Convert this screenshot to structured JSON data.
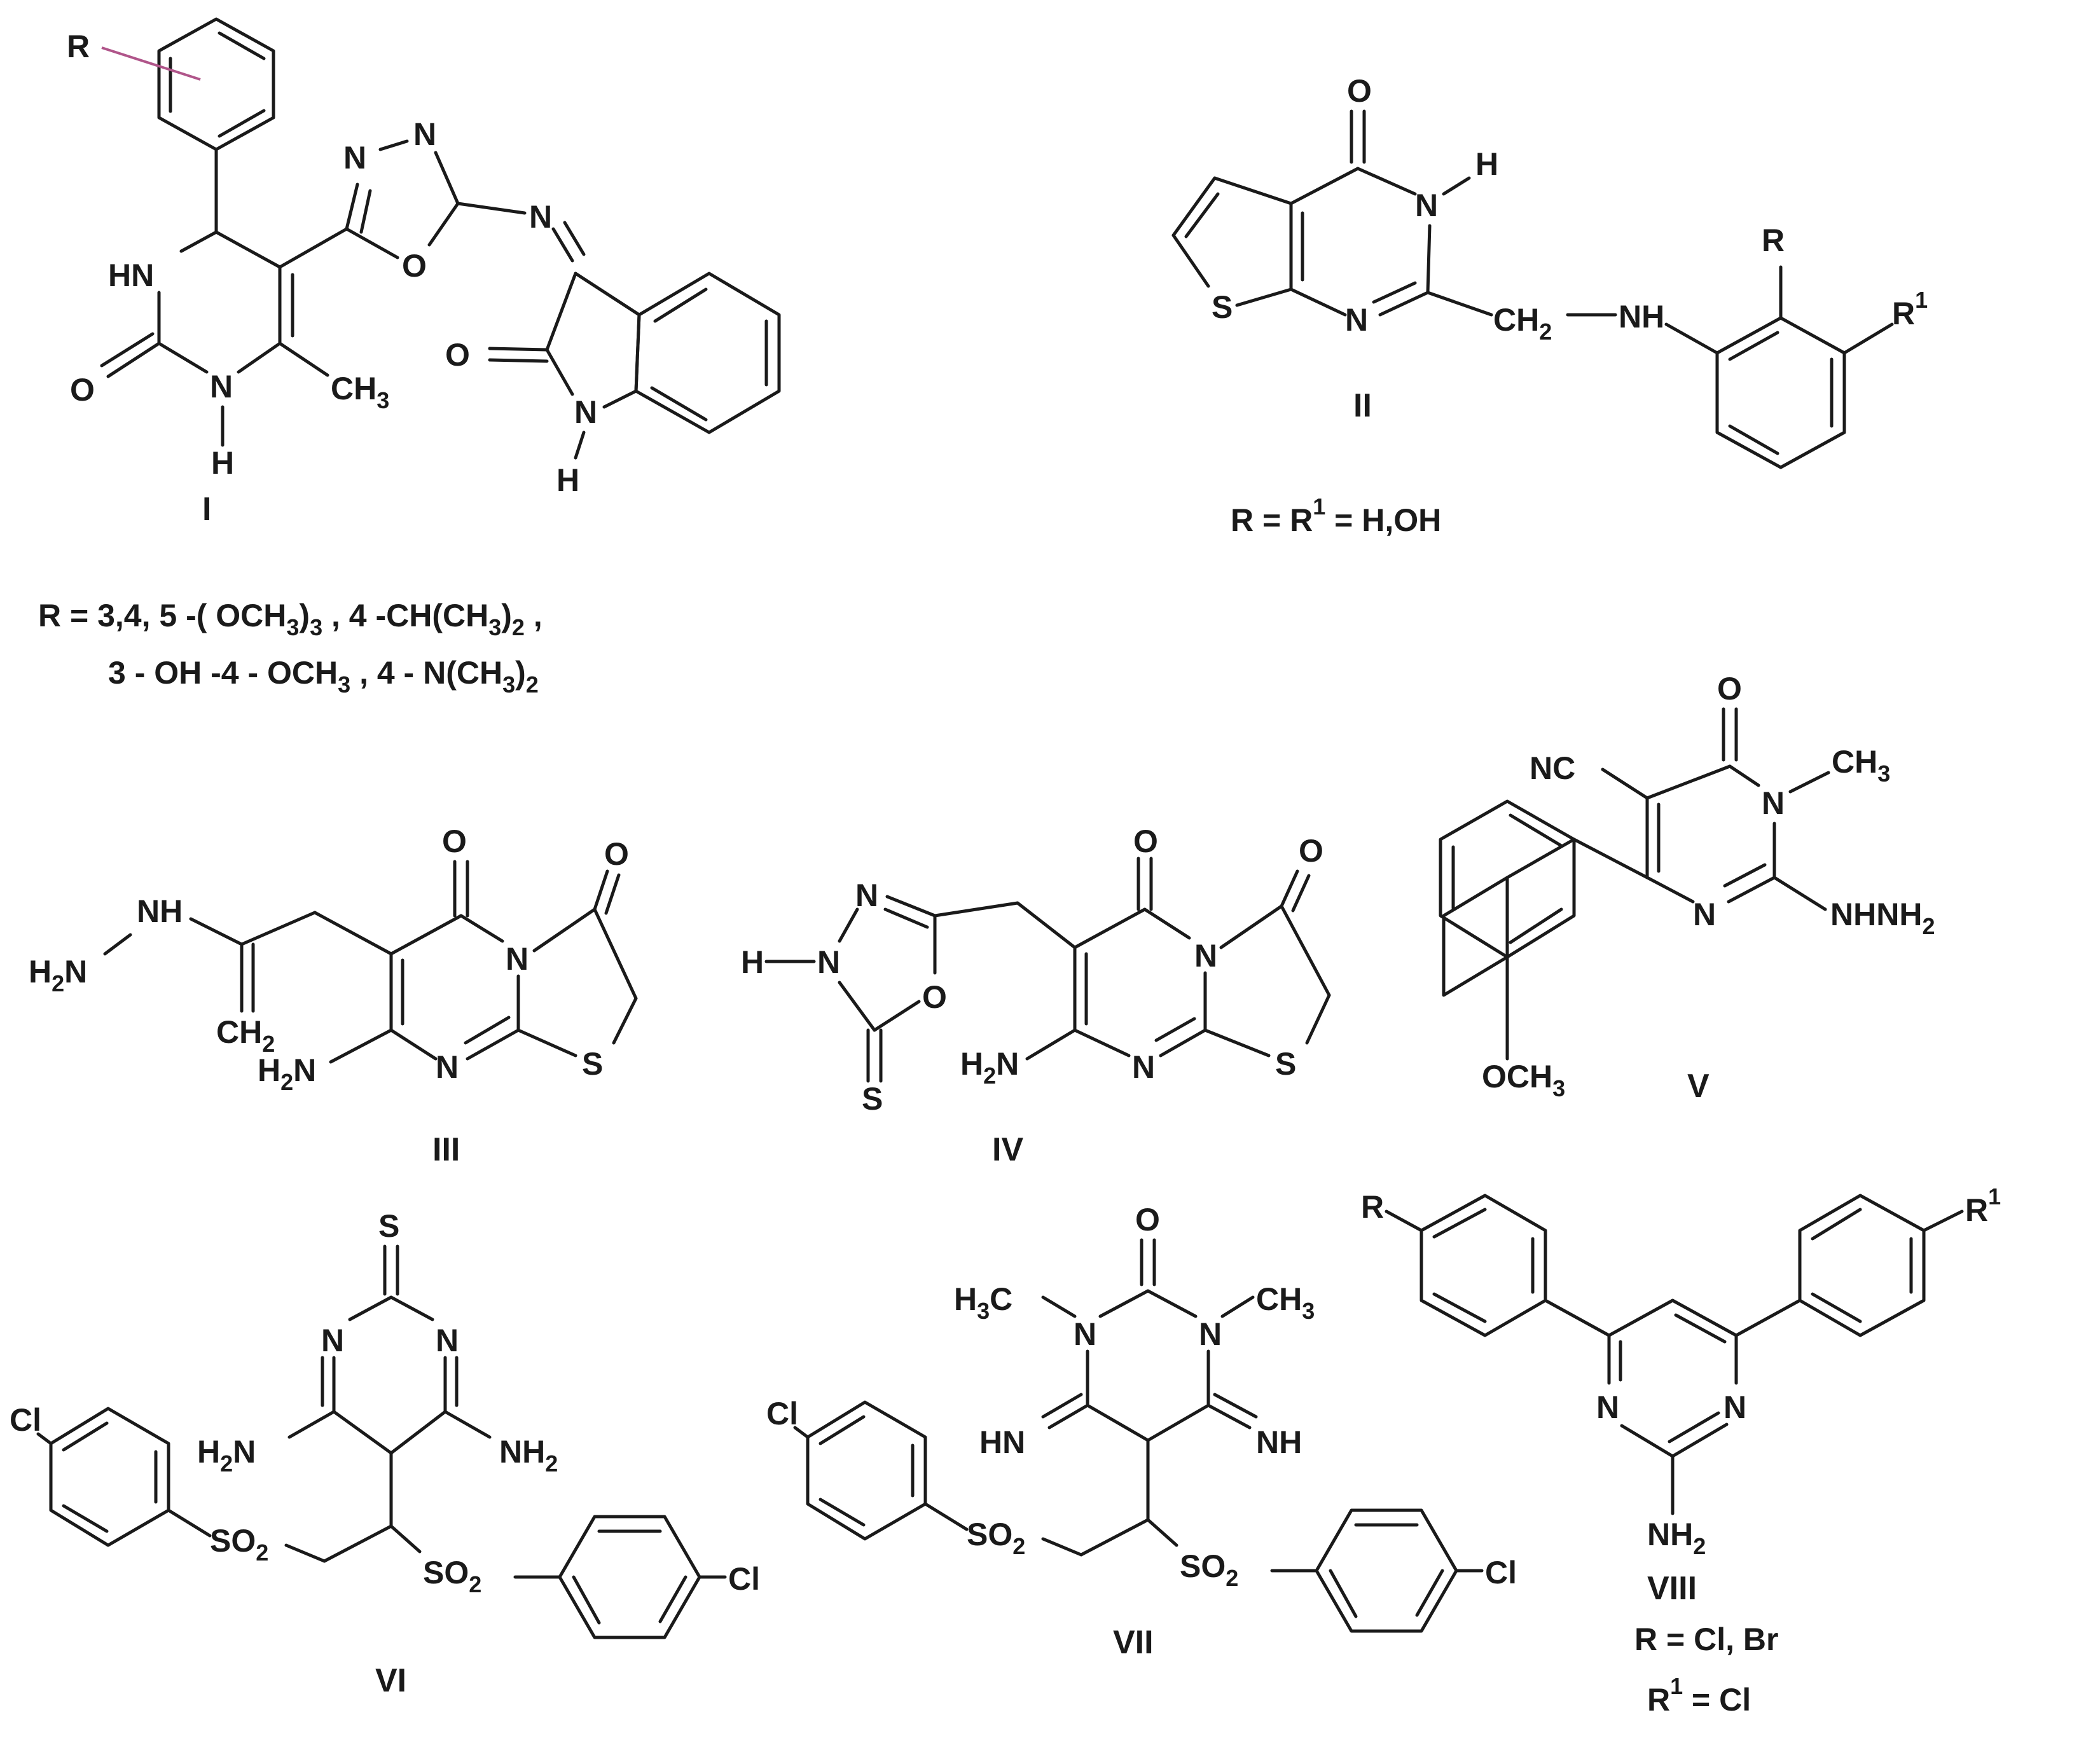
{
  "compounds": [
    {
      "label": "I",
      "atoms": {
        "r": "R",
        "n1": "N",
        "n2": "N",
        "hn": "HN",
        "o_ring": "O",
        "n_imine": "N",
        "o_urea": "O",
        "n_urea": "N",
        "h_urea": "H",
        "me": "CH",
        "me_sub": "3",
        "o_lac": "O",
        "n_lac": "N",
        "h_lac": "H"
      },
      "r_values": [
        "R = 3,4, 5 -( OCH",
        "3",
        ")",
        "3",
        " , 4 -CH(CH",
        "3",
        ")",
        "2",
        " ,",
        "3 - OH -4 - OCH",
        "3",
        " , 4 - N(CH",
        "3",
        ")",
        "2"
      ]
    },
    {
      "label": "II",
      "atoms": {
        "o": "O",
        "nh_n": "N",
        "nh_h": "H",
        "s": "S",
        "n": "N",
        "ch": "CH",
        "ch_sub": "2",
        "nh": "NH",
        "r": "R",
        "r1": "R",
        "r1_sup": "1"
      },
      "r_values": [
        "R = R",
        "1",
        " = H,OH"
      ]
    },
    {
      "label": "III",
      "atoms": {
        "nh": "NH",
        "h2n": "H",
        "h2n_sub": "2",
        "h2n_n": "N",
        "o1": "O",
        "o2": "O",
        "n": "N",
        "ch2": "CH",
        "ch2_sub": "2",
        "nh2": "H",
        "nh2_sub": "2",
        "nh2_n": "N",
        "n2": "N",
        "s": "S"
      }
    },
    {
      "label": "IV",
      "atoms": {
        "n1": "N",
        "h": "H",
        "n2": "N",
        "o_ring": "O",
        "s_thio": "S",
        "o1": "O",
        "o2": "O",
        "n": "N",
        "nh2": "H",
        "nh2_sub": "2",
        "nh2_n": "N",
        "n2b": "N",
        "s": "S"
      }
    },
    {
      "label": "V",
      "atoms": {
        "o": "O",
        "nc": "NC",
        "ch3": "CH",
        "ch3_sub": "3",
        "n1": "N",
        "n2": "N",
        "nhnh": "NHNH",
        "nhnh_sub": "2",
        "och": "OCH",
        "och_sub": "3"
      }
    },
    {
      "label": "VI",
      "atoms": {
        "s": "S",
        "n1": "N",
        "n2": "N",
        "cl1": "Cl",
        "h2n": "H",
        "h2n_sub": "2",
        "h2n_n": "N",
        "nh2": "NH",
        "nh2_sub": "2",
        "so2a": "SO",
        "so2a_sub": "2",
        "so2b": "SO",
        "so2b_sub": "2",
        "cl2": "Cl"
      }
    },
    {
      "label": "VII",
      "atoms": {
        "o": "O",
        "h3c": "H",
        "h3c_sub": "3",
        "h3c_c": "C",
        "ch3": "CH",
        "ch3_sub": "3",
        "n1": "N",
        "n2": "N",
        "cl1": "Cl",
        "hn": "HN",
        "nh": "NH",
        "so2a": "SO",
        "so2a_sub": "2",
        "so2b": "SO",
        "so2b_sub": "2",
        "cl2": "Cl"
      }
    },
    {
      "label": "VIII",
      "atoms": {
        "r": "R",
        "r1": "R",
        "r1_sup": "1",
        "n1": "N",
        "n2": "N",
        "nh2": "NH",
        "nh2_sub": "2"
      },
      "r_values": [
        "R = Cl, Br",
        "R",
        "1",
        " = Cl"
      ]
    }
  ]
}
